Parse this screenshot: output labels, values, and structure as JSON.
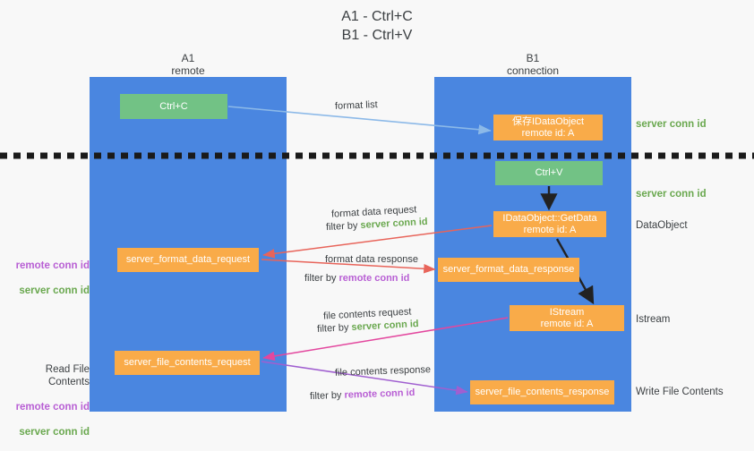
{
  "title": "A1 - Ctrl+C\nB1 - Ctrl+V",
  "columns": {
    "left": {
      "name": "A1",
      "sub": "remote",
      "label": "A1\nremote"
    },
    "right": {
      "name": "B1",
      "sub": "connection",
      "label": "B1\nconnection"
    }
  },
  "colors": {
    "lane": "#4a86e0",
    "green_box": "#72c285",
    "orange_box": "#f9ab49",
    "server_conn_id": "#6aa84f",
    "remote_conn_id": "#b85fd4",
    "blue_arrow": "#8cb9e8",
    "red_arrow": "#e8645a",
    "magenta_arrow": "#e3479e",
    "purple_arrow": "#a05fd0",
    "black_arrow": "#222222",
    "background": "#f8f8f8",
    "text": "#3c4043"
  },
  "boxes": {
    "ctrl_c": "Ctrl+C",
    "save_idataobject": "保存IDataObject\nremote id: A",
    "ctrl_v": "Ctrl+V",
    "idataobject_getdata": "IDataObject::GetData\nremote id: A",
    "server_format_data_request": "server_format_data_request",
    "server_format_data_response": "server_format_data_response",
    "istream": "IStream\nremote id: A",
    "server_file_contents_request": "server_file_contents_request",
    "server_file_contents_response": "server_file_contents_response"
  },
  "side_labels": {
    "server_conn_id_top": "server conn id",
    "server_conn_id_mid": "server conn id",
    "dataobject": "DataObject",
    "istream": "Istream",
    "write_file_contents": "Write File Contents",
    "left_remote_conn_id": "remote conn id",
    "left_server_conn_id": "server conn id",
    "read_file_contents": "Read File Contents",
    "left_remote_conn_id_2": "remote conn id",
    "left_server_conn_id_2": "server conn id"
  },
  "edge_labels": {
    "format_list": "format list",
    "format_data_request": "format data request",
    "filter_by": "filter by ",
    "server_conn_id": "server conn id",
    "format_data_response": "format data response",
    "remote_conn_id": "remote conn id",
    "file_contents_request": "file contents request",
    "file_contents_response": "file contents response"
  }
}
